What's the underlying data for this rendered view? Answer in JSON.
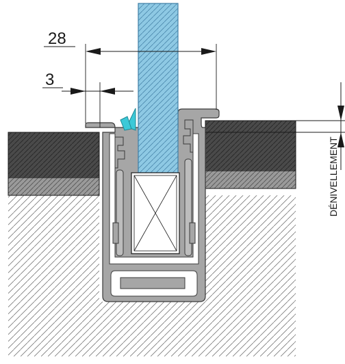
{
  "dimensions": {
    "overall_width": "28",
    "gasket_offset": "3",
    "level_difference": "DÉNIVELLEMENT"
  },
  "colors": {
    "glass": "#8ec9e4",
    "glass_stroke": "#3f7fa6",
    "profile": "#a6a6a6",
    "profile_dark": "#6e6e6e",
    "floor_finish": "#4a4a4a",
    "screed": "#8a8a8a",
    "concrete": "#ffffff",
    "gasket": "#3cc9d8",
    "line": "#1a1a1a"
  }
}
